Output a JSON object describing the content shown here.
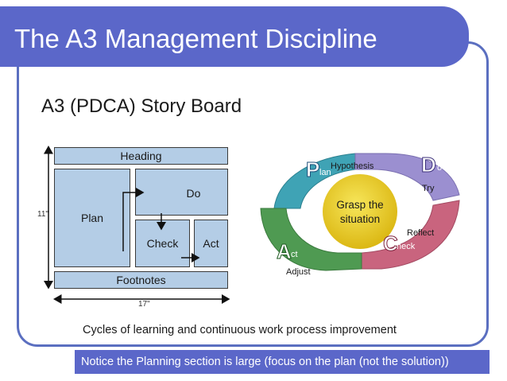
{
  "title": "The A3 Management Discipline",
  "subtitle": "A3 (PDCA) Story Board",
  "storyboard": {
    "heading": "Heading",
    "plan": "Plan",
    "do": "Do",
    "check": "Check",
    "act": "Act",
    "footnotes": "Footnotes",
    "height_label": "11\"",
    "width_label": "17\""
  },
  "cycle": {
    "center": [
      "Grasp the",
      "situation"
    ],
    "plan_letter": "P",
    "plan_rest": "lan",
    "do_letter": "D",
    "do_rest": "o",
    "check_letter": "C",
    "check_rest": "heck",
    "act_letter": "A",
    "act_rest": "ct",
    "hypothesis": "Hypothesis",
    "try": "Try",
    "reflect": "Reflect",
    "adjust": "Adjust"
  },
  "caption": "Cycles of learning and continuous work process improvement",
  "notice": "Notice the Planning section is large (focus on the plan (not the solution))",
  "colors": {
    "title_bar": "#5b67c9",
    "frame": "#5b6fc0",
    "box_fill": "#b4cde6",
    "plan_arc": "#3fa3b5",
    "do_arc": "#9b8fd0",
    "check_arc": "#c9647e",
    "act_arc": "#4f9a52",
    "center": "#e6c81e"
  }
}
